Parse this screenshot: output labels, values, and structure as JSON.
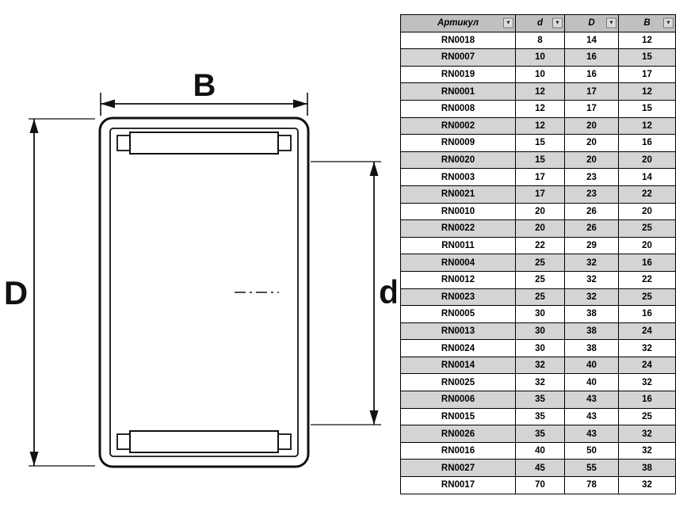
{
  "diagram": {
    "labels": {
      "width": "B",
      "outer_diameter": "D",
      "bore_diameter": "d"
    }
  },
  "icons": {
    "filter_dropdown": "▼"
  },
  "colors": {
    "header_bg": "#c0c0c0",
    "row_bg": "#ffffff",
    "row_alt_bg": "#d4d4d4",
    "line": "#111111"
  },
  "table": {
    "headers": [
      {
        "label": "Артикул"
      },
      {
        "label": "d"
      },
      {
        "label": "D"
      },
      {
        "label": "B"
      }
    ],
    "rows": [
      [
        "RN0018",
        8,
        14,
        12
      ],
      [
        "RN0007",
        10,
        16,
        15
      ],
      [
        "RN0019",
        10,
        16,
        17
      ],
      [
        "RN0001",
        12,
        17,
        12
      ],
      [
        "RN0008",
        12,
        17,
        15
      ],
      [
        "RN0002",
        12,
        20,
        12
      ],
      [
        "RN0009",
        15,
        20,
        16
      ],
      [
        "RN0020",
        15,
        20,
        20
      ],
      [
        "RN0003",
        17,
        23,
        14
      ],
      [
        "RN0021",
        17,
        23,
        22
      ],
      [
        "RN0010",
        20,
        26,
        20
      ],
      [
        "RN0022",
        20,
        26,
        25
      ],
      [
        "RN0011",
        22,
        29,
        20
      ],
      [
        "RN0004",
        25,
        32,
        16
      ],
      [
        "RN0012",
        25,
        32,
        22
      ],
      [
        "RN0023",
        25,
        32,
        25
      ],
      [
        "RN0005",
        30,
        38,
        16
      ],
      [
        "RN0013",
        30,
        38,
        24
      ],
      [
        "RN0024",
        30,
        38,
        32
      ],
      [
        "RN0014",
        32,
        40,
        24
      ],
      [
        "RN0025",
        32,
        40,
        32
      ],
      [
        "RN0006",
        35,
        43,
        16
      ],
      [
        "RN0015",
        35,
        43,
        25
      ],
      [
        "RN0026",
        35,
        43,
        32
      ],
      [
        "RN0016",
        40,
        50,
        32
      ],
      [
        "RN0027",
        45,
        55,
        38
      ],
      [
        "RN0017",
        70,
        78,
        32
      ]
    ]
  }
}
